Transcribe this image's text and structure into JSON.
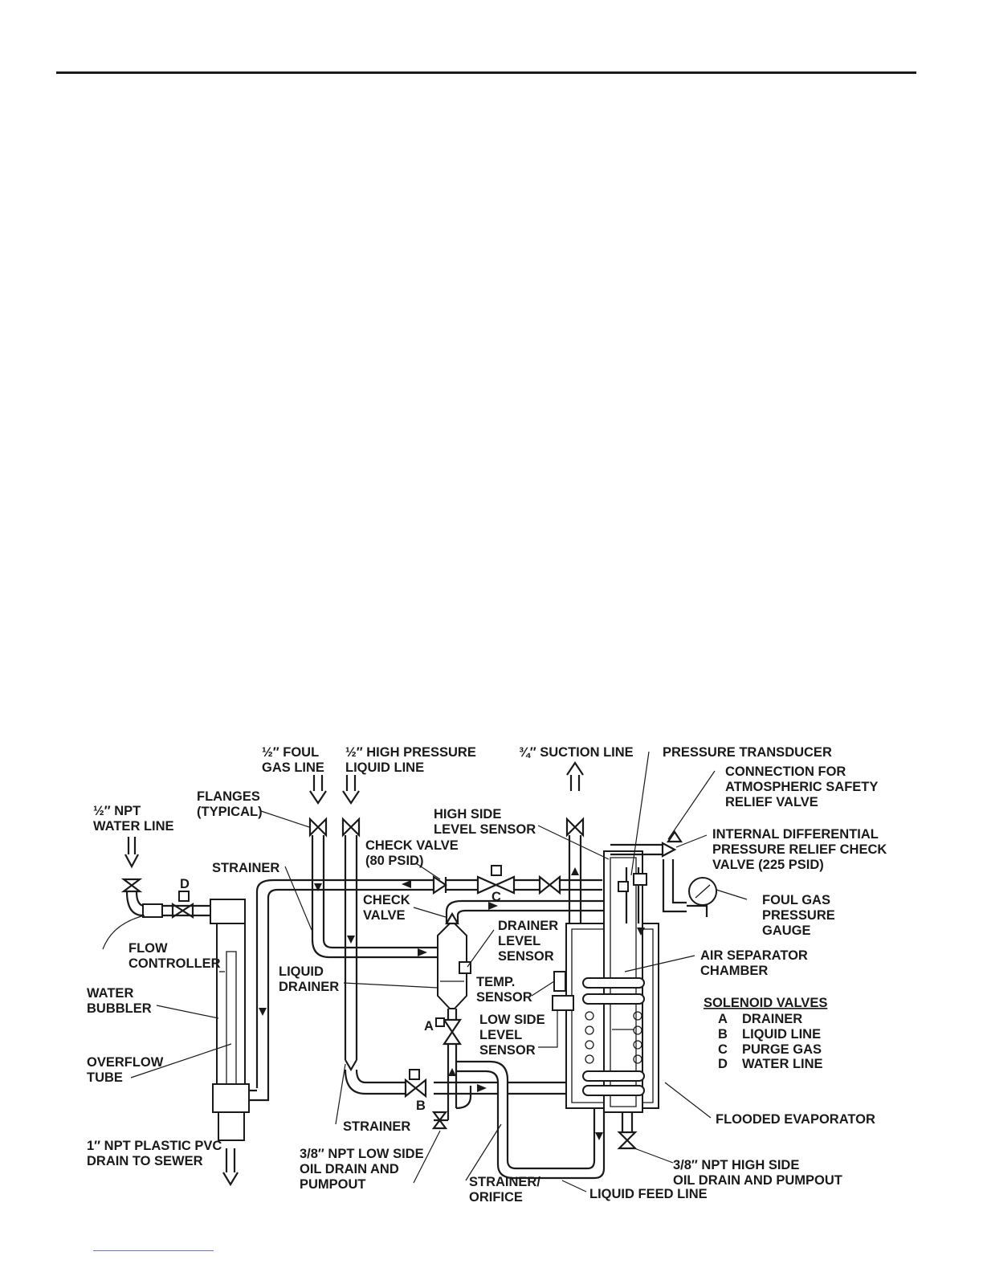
{
  "labels": {
    "foul_gas_line": [
      "½″ FOUL",
      "GAS LINE"
    ],
    "high_pressure_liquid_line": [
      "½″ HIGH PRESSURE",
      "LIQUID LINE"
    ],
    "suction_line": [
      "¾″ SUCTION LINE"
    ],
    "pressure_transducer": [
      "PRESSURE TRANSDUCER"
    ],
    "atmospheric_relief": [
      "CONNECTION FOR",
      "ATMOSPHERIC SAFETY",
      "RELIEF VALVE"
    ],
    "flanges": [
      "FLANGES",
      "(TYPICAL)"
    ],
    "npt_water_line": [
      "½″ NPT",
      "WATER LINE"
    ],
    "high_side_level_sensor": [
      "HIGH SIDE",
      "LEVEL SENSOR"
    ],
    "internal_diff_relief": [
      "INTERNAL DIFFERENTIAL",
      "PRESSURE RELIEF CHECK",
      "VALVE (225 PSID)"
    ],
    "check_valve_80": [
      "CHECK VALVE",
      "(80 PSID)"
    ],
    "strainer_top": [
      "STRAINER"
    ],
    "foul_gas_gauge": [
      "FOUL GAS",
      "PRESSURE",
      "GAUGE"
    ],
    "check_valve": [
      "CHECK",
      "VALVE"
    ],
    "drainer_level_sensor": [
      "DRAINER",
      "LEVEL",
      "SENSOR"
    ],
    "flow_controller": [
      "FLOW",
      "CONTROLLER"
    ],
    "air_separator": [
      "AIR SEPARATOR",
      "CHAMBER"
    ],
    "liquid_drainer": [
      "LIQUID",
      "DRAINER"
    ],
    "water_bubbler": [
      "WATER",
      "BUBBLER"
    ],
    "temp_sensor": [
      "TEMP.",
      "SENSOR"
    ],
    "low_side_level_sensor": [
      "LOW SIDE",
      "LEVEL",
      "SENSOR"
    ],
    "overflow_tube": [
      "OVERFLOW",
      "TUBE"
    ],
    "strainer_bottom": [
      "STRAINER"
    ],
    "flooded_evaporator": [
      "FLOODED EVAPORATOR"
    ],
    "pvc_drain": [
      "1″ NPT PLASTIC PVC",
      "DRAIN TO SEWER"
    ],
    "low_side_oil_drain": [
      "3/8″ NPT LOW SIDE",
      "OIL DRAIN AND",
      "PUMPOUT"
    ],
    "strainer_orifice": [
      "STRAINER/",
      "ORIFICE"
    ],
    "high_side_oil_drain": [
      "3/8″ NPT HIGH SIDE",
      "OIL DRAIN AND PUMPOUT"
    ],
    "liquid_feed_line": [
      "LIQUID FEED LINE"
    ]
  },
  "valve_letters": {
    "a": "A",
    "b": "B",
    "c": "C",
    "d": "D"
  },
  "legend": {
    "title": "SOLENOID  VALVES",
    "items": [
      {
        "key": "A",
        "label": "DRAINER"
      },
      {
        "key": "B",
        "label": "LIQUID LINE"
      },
      {
        "key": "C",
        "label": "PURGE GAS"
      },
      {
        "key": "D",
        "label": "WATER LINE"
      }
    ]
  }
}
